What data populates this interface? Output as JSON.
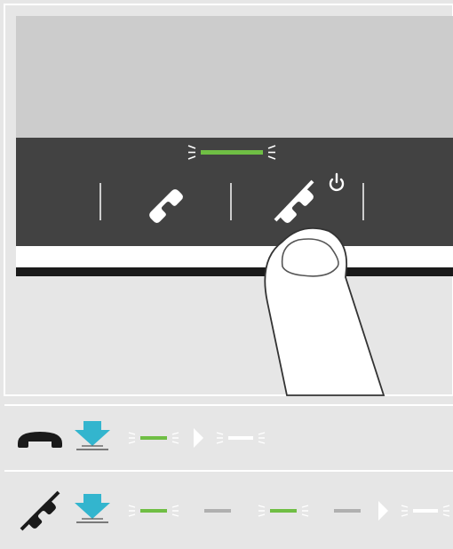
{
  "illustration": {
    "device": "speakerphone-control-panel",
    "buttons": [
      {
        "icon": "call-accept-icon"
      },
      {
        "icon": "call-reject-icon",
        "secondary_icon": "power-icon"
      }
    ],
    "led_state": "green",
    "gesture": "finger-pressing-reject-button"
  },
  "legend": {
    "rows": [
      {
        "icon": "hang-up-icon",
        "action": "press-arrow-icon",
        "sequence": [
          "led-green-flash",
          "arrow-right",
          "led-white-flash"
        ]
      },
      {
        "icon": "call-reject-icon",
        "action": "press-arrow-icon",
        "sequence": [
          "led-green-flash",
          "led-grey-dim",
          "led-green-flash",
          "led-grey-dim",
          "arrow-right",
          "led-white-flash"
        ]
      }
    ]
  },
  "colors": {
    "panel": "#424242",
    "led_green": "#6fbe44",
    "press_arrow": "#33b5ce",
    "background": "#e6e6e6",
    "gray_top": "#cccccc"
  }
}
